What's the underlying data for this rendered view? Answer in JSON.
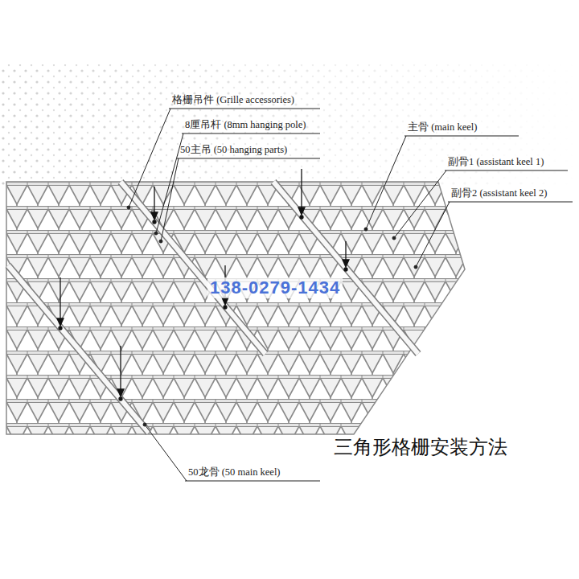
{
  "diagram": {
    "caption": "三角形格栅安装方法",
    "labels": [
      "格栅吊件 (Grille accessories)",
      "8厘吊杆 (8mm hanging pole)",
      "50主吊 (50 hanging parts)",
      "主骨 (main keel)",
      "副骨1 (assistant keel 1)",
      "副骨2 (assistant keel 2)",
      "50龙骨 (50 main keel)",
      "138-0279-1434"
    ]
  }
}
